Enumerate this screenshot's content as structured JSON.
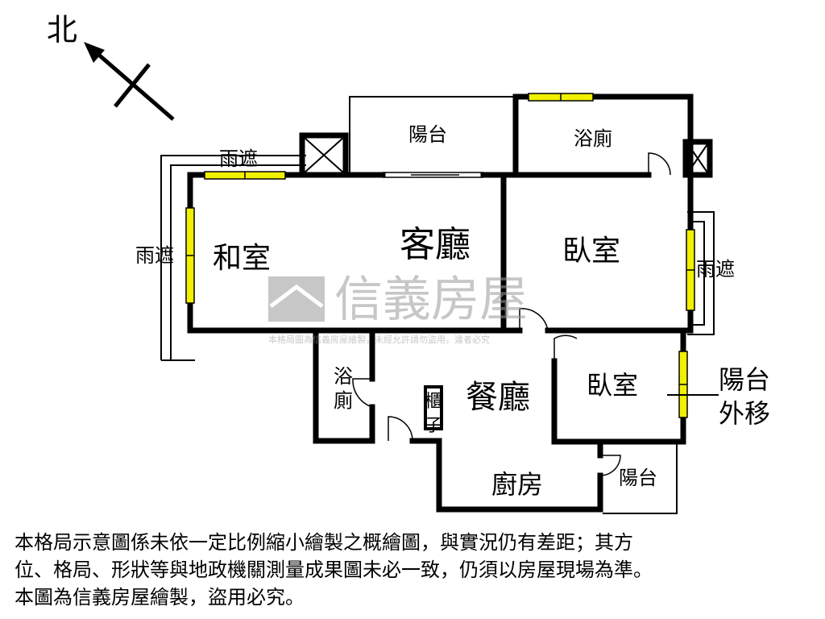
{
  "compass": {
    "north_label": "北"
  },
  "watermark": {
    "brand": "信義房屋",
    "notice": "本格局圖為信義房屋繪製，未經允許請勿盜用，違者必究"
  },
  "rooms": {
    "balcony_top": "陽台",
    "bathroom_top": "浴廁",
    "awning_top": "雨遮",
    "awning_left": "雨遮",
    "awning_right": "雨遮",
    "japanese_room": "和室",
    "living_room": "客廳",
    "bedroom_1": "臥室",
    "bathroom_small_1": "浴",
    "bathroom_small_2": "廁",
    "cabinet_1": "櫃",
    "cabinet_2": "子",
    "dining_room": "餐廳",
    "bedroom_2": "臥室",
    "balcony_moved_1": "陽台",
    "balcony_moved_2": "外移",
    "kitchen": "廚房",
    "balcony_bottom": "陽台"
  },
  "disclaimer": {
    "line1": "本格局示意圖係未依一定比例縮小繪製之概繪圖，與實況仍有差距；其方",
    "line2": "位、格局、形狀等與地政機關測量成果圖未必一致，仍須以房屋現場為準。",
    "line3": "本圖為信義房屋繪製，盜用必究。"
  },
  "colors": {
    "wall": "#000000",
    "window": "#f0f000",
    "watermark": "#9a9a9a"
  }
}
